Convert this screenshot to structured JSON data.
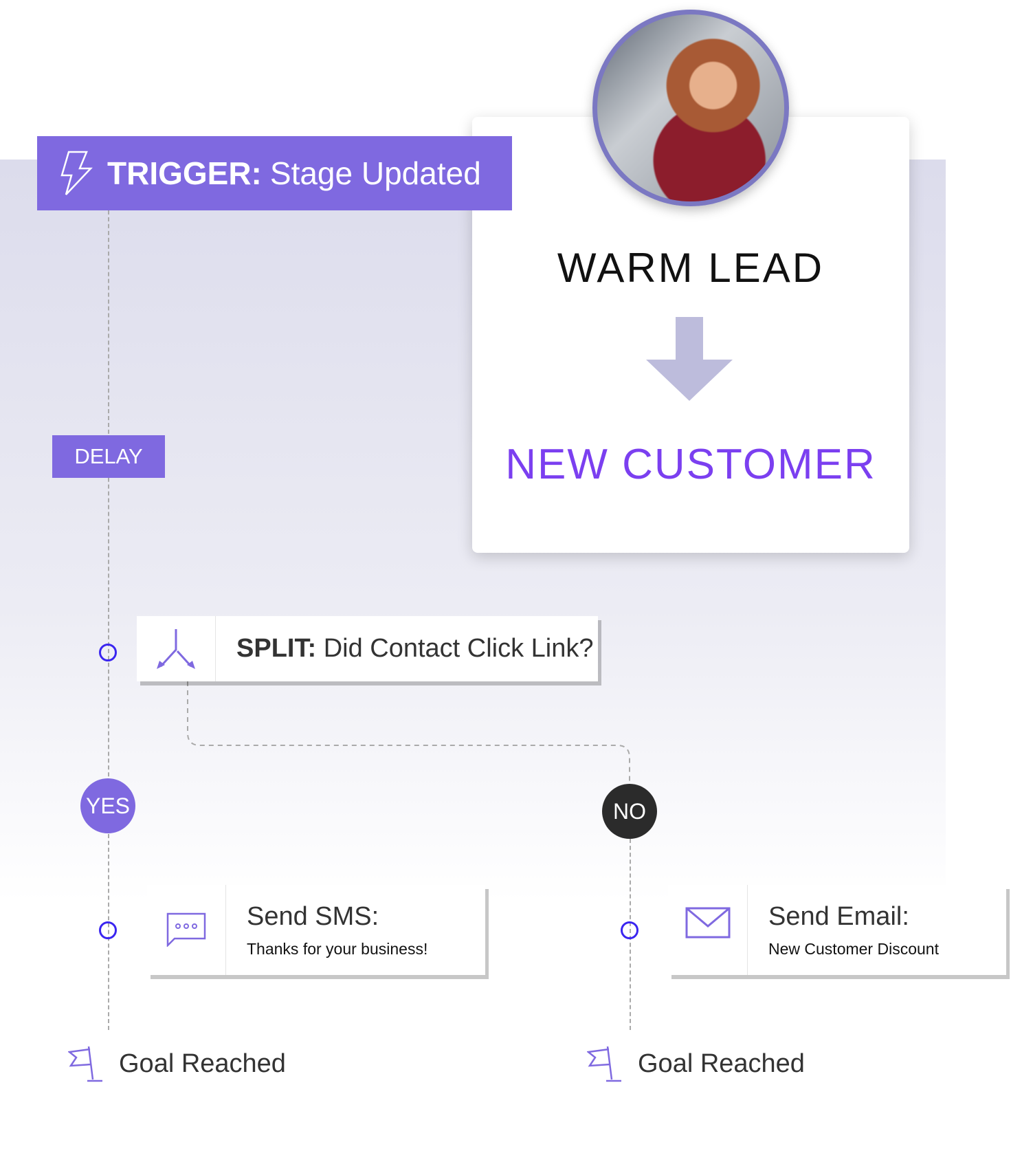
{
  "trigger": {
    "label": "TRIGGER:",
    "value": "Stage Updated",
    "icon": "lightning-icon"
  },
  "card": {
    "from": "WARM LEAD",
    "to": "NEW CUSTOMER",
    "arrow_icon": "down-arrow-icon"
  },
  "delay": {
    "label": "DELAY"
  },
  "split": {
    "label": "SPLIT:",
    "value": "Did Contact Click Link?",
    "icon": "split-arrows-icon"
  },
  "branches": {
    "yes": "YES",
    "no": "NO"
  },
  "sms": {
    "title": "Send SMS:",
    "message": "Thanks for your business!",
    "icon": "chat-bubble-icon"
  },
  "email": {
    "title": "Send Email:",
    "message": "New Customer Discount",
    "icon": "envelope-icon"
  },
  "goals": [
    {
      "label": "Goal Reached",
      "icon": "flag-icon"
    },
    {
      "label": "Goal Reached",
      "icon": "flag-icon"
    }
  ],
  "colors": {
    "accent": "#7f69e0",
    "highlight": "#7b3ff0",
    "no_branch": "#2b2b2b",
    "node": "#3a25f0"
  }
}
